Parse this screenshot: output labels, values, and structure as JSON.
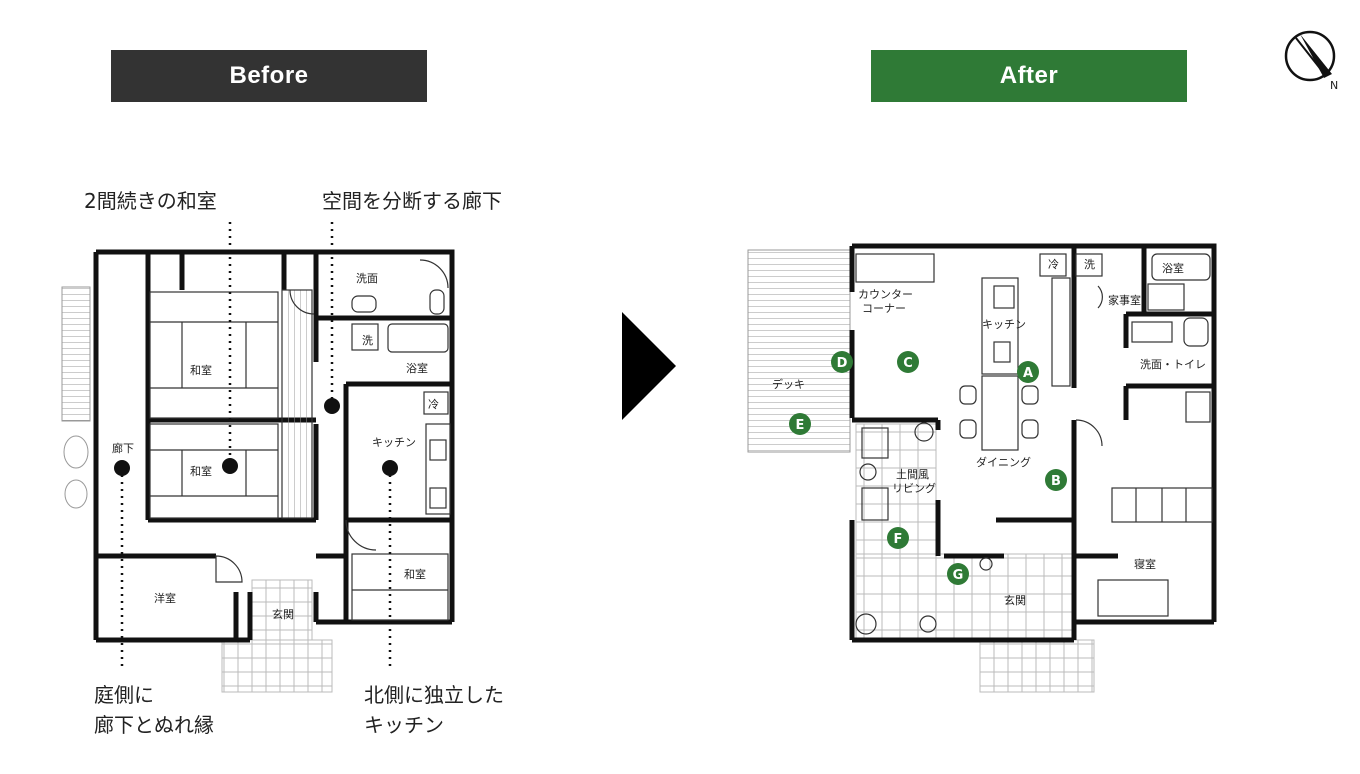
{
  "colors": {
    "before_badge": "#333333",
    "after_badge": "#2f7a36",
    "marker_green": "#2f7a36"
  },
  "badges": {
    "before": "Before",
    "after": "After"
  },
  "compass": {
    "label": "N",
    "icon": "north-compass-icon"
  },
  "arrow": {
    "icon": "play-triangle-icon"
  },
  "before": {
    "callouts": {
      "washitsu": "2間続きの和室",
      "corridor_split": "空間を分断する廊下",
      "garden_line1": "庭側に",
      "garden_line2": "廊下とぬれ縁",
      "north_line1": "北側に独立した",
      "north_line2": "キッチン"
    },
    "rooms": {
      "senmen": "洗面",
      "sen": "洗",
      "yokushitsu": "浴室",
      "washitsu1": "和室",
      "washitsu2": "和室",
      "rouka": "廊下",
      "rei": "冷",
      "kitchen": "キッチン",
      "washitsu3": "和室",
      "youshitsu": "洋室",
      "genkan": "玄関"
    }
  },
  "after": {
    "rooms": {
      "rei": "冷",
      "sen": "洗",
      "yokushitsu": "浴室",
      "counter1": "カウンター",
      "counter2": "コーナー",
      "kajishitsu": "家事室",
      "kitchen": "キッチン",
      "senmen_toilet": "洗面・トイレ",
      "deck": "デッキ",
      "doma1": "土間風",
      "doma2": "リビング",
      "dining": "ダイニング",
      "shinshitsu": "寝室",
      "genkan": "玄関"
    },
    "markers": [
      "A",
      "B",
      "C",
      "D",
      "E",
      "F",
      "G"
    ]
  }
}
